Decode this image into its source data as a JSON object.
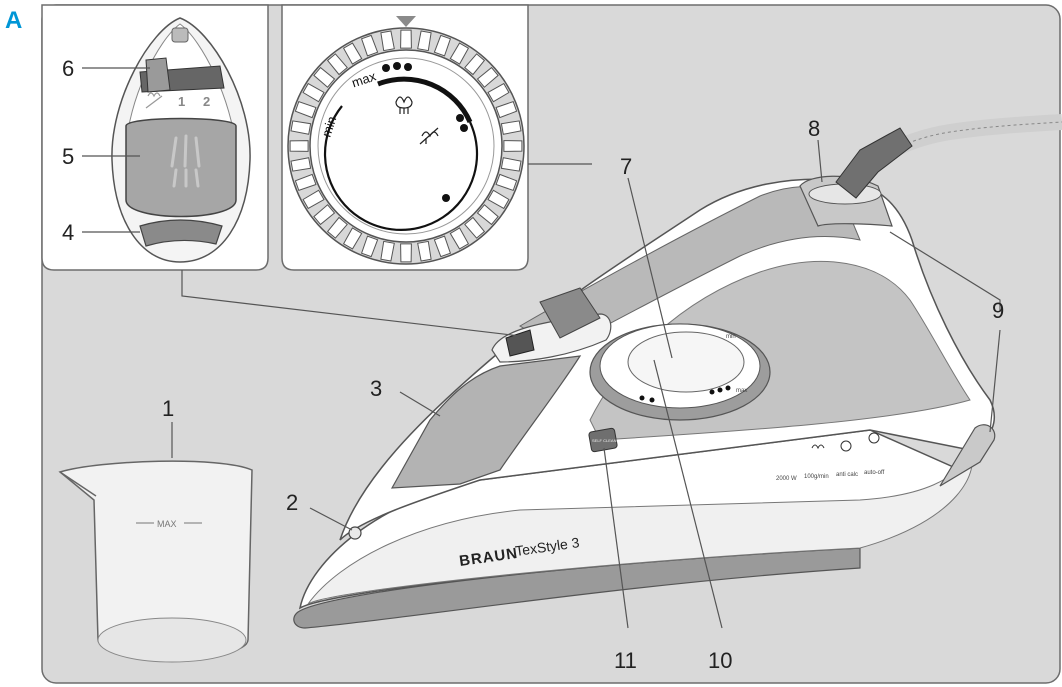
{
  "figure": {
    "section_letter": "A",
    "accent_color": "#0096d6",
    "panel_color": "#d9d9d9",
    "callouts": [
      {
        "id": "1",
        "label": "1"
      },
      {
        "id": "2",
        "label": "2"
      },
      {
        "id": "3",
        "label": "3"
      },
      {
        "id": "4",
        "label": "4"
      },
      {
        "id": "5",
        "label": "5"
      },
      {
        "id": "6",
        "label": "6"
      },
      {
        "id": "7",
        "label": "7"
      },
      {
        "id": "8",
        "label": "8"
      },
      {
        "id": "9",
        "label": "9"
      },
      {
        "id": "10",
        "label": "10"
      },
      {
        "id": "11",
        "label": "11"
      }
    ]
  },
  "inset_control": {
    "steam_positions": [
      "1",
      "2"
    ]
  },
  "inset_dial": {
    "min_label": "min",
    "max_label": "max"
  },
  "iron": {
    "brand": "BRAUN",
    "model": "TexStyle 3",
    "button_label": "SELF CLEAN",
    "specs": [
      "2000 W",
      "100g/min",
      "anti calc",
      "auto-off"
    ],
    "dial_min": "min",
    "dial_max": "max"
  },
  "jug": {
    "max_label": "MAX"
  }
}
